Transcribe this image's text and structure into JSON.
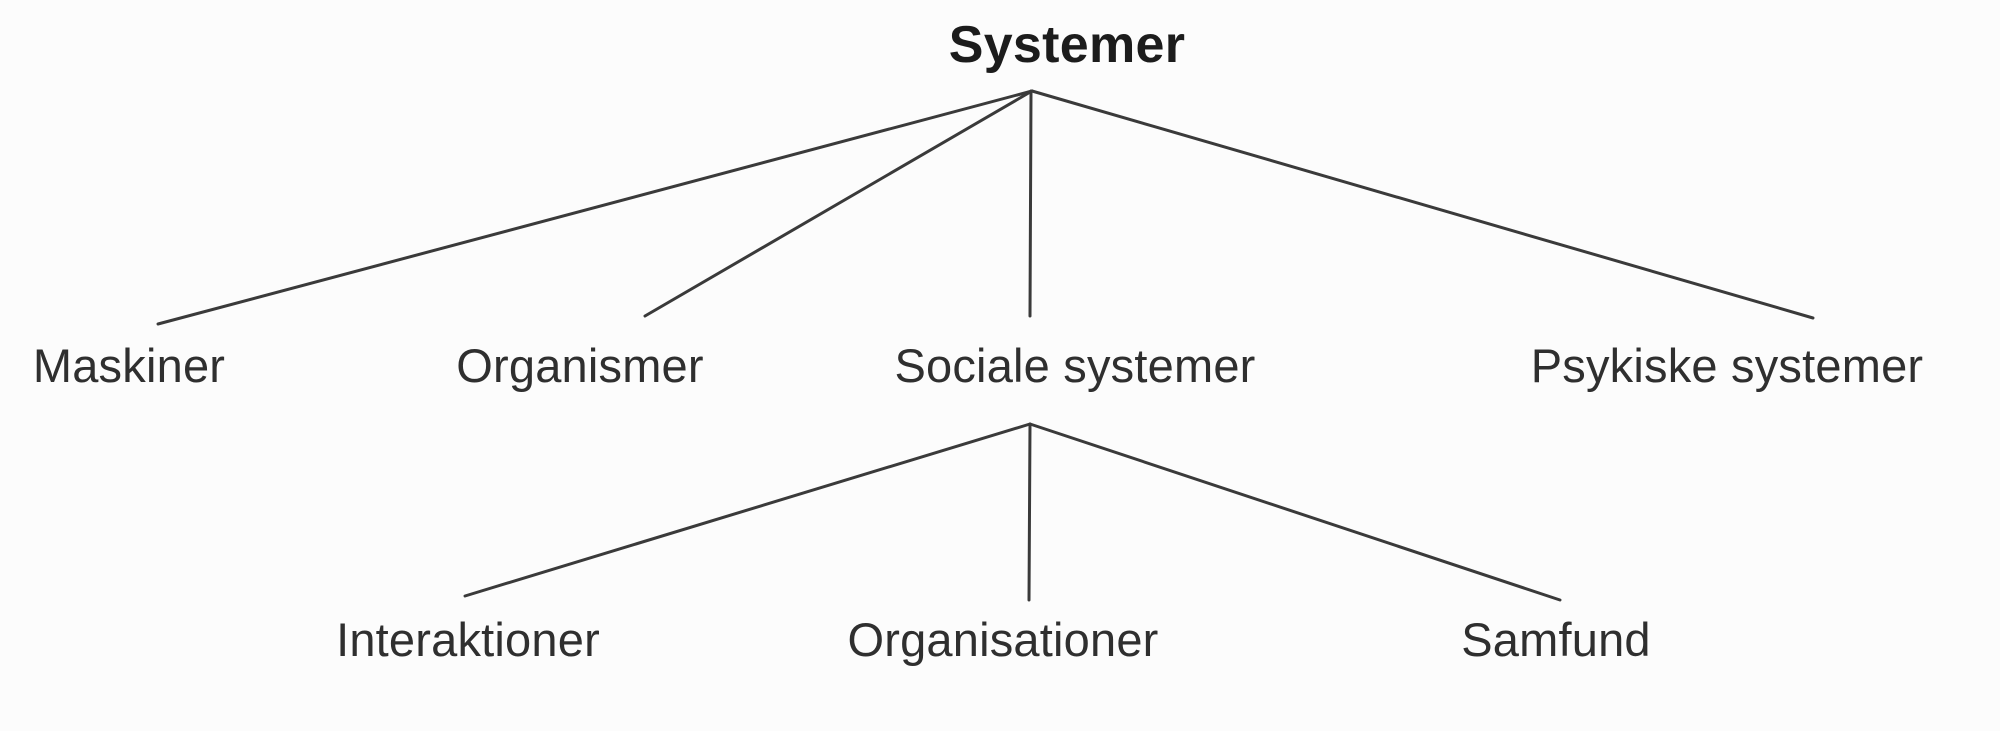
{
  "diagram": {
    "type": "tree",
    "tree": {
      "root_label": "Systemer",
      "children": [
        {
          "label": "Maskiner",
          "children": []
        },
        {
          "label": "Organismer",
          "children": []
        },
        {
          "label": "Sociale systemer",
          "children": [
            {
              "label": "Interaktioner"
            },
            {
              "label": "Organisationer"
            },
            {
              "label": "Samfund"
            }
          ]
        },
        {
          "label": "Psykiske systemer",
          "children": []
        }
      ]
    }
  },
  "colors": {
    "background": "#fcfcfc",
    "line": "#3a3a3a",
    "text": "#2f2f2f",
    "title": "#1c1c1c"
  }
}
